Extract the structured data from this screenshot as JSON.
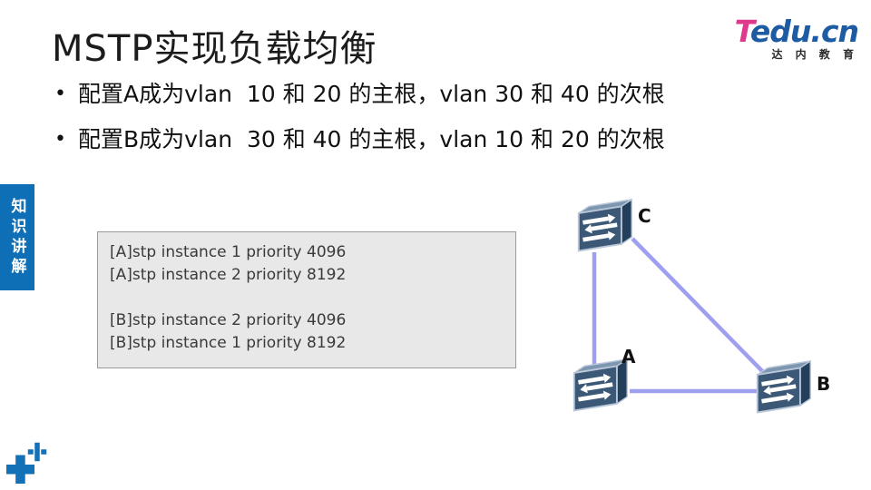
{
  "slide": {
    "title": "MSTP实现负载均衡",
    "bullet_char": "•",
    "bullets": [
      {
        "text": "配置A成为vlan  10 和 20 的主根，vlan 30 和 40 的次根"
      },
      {
        "text": "配置B成为vlan  30 和 40 的主根，vlan 10 和 20 的次根"
      }
    ]
  },
  "logo": {
    "brand_first": "T",
    "brand_rest": "edu.cn",
    "tagline": "达 内 教 育",
    "colors": {
      "first": "#e03a8c",
      "rest": "#1d5ca3",
      "tagline": "#2b2b2b"
    }
  },
  "sidebar_tab": {
    "label": "知识讲解",
    "bg": "#0f6fb6",
    "fg": "#ffffff"
  },
  "code_box": {
    "bg": "#e8e8e8",
    "border": "#9a9a9a",
    "lines": [
      "[A]stp instance 1 priority 4096",
      "[A]stp instance 2 priority 8192",
      "",
      "[B]stp instance 2 priority 4096",
      "[B]stp instance 1 priority 8192"
    ]
  },
  "diagram": {
    "link_color": "#9f9ff0",
    "nodes": [
      {
        "id": "C",
        "label": "C"
      },
      {
        "id": "A",
        "label": "A"
      },
      {
        "id": "B",
        "label": "B"
      }
    ],
    "links": [
      {
        "from": "C",
        "to": "A"
      },
      {
        "from": "C",
        "to": "B"
      },
      {
        "from": "A",
        "to": "B"
      }
    ],
    "switch_colors": {
      "front": "#3b5876",
      "top": "#7e97b0",
      "side": "#243f5c",
      "edge": "#b9c7d8",
      "arrow": "#ffffff"
    }
  },
  "decoration": {
    "plus_color": "#1271b7"
  }
}
